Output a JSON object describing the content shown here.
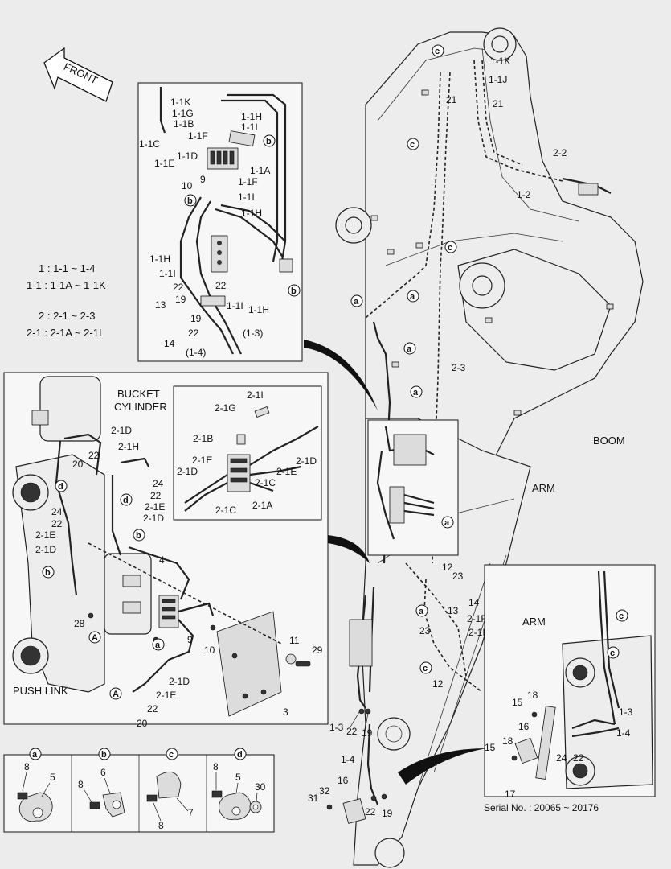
{
  "orientation": {
    "front_label": "FRONT"
  },
  "legend": {
    "line1": "1 : 1-1 ~ 1-4",
    "line2": "1-1 : 1-1A ~ 1-1K",
    "line3": "2 : 2-1 ~ 2-3",
    "line4": "2-1 : 2-1A ~ 2-1I"
  },
  "section_titles": {
    "bucket_cylinder_1": "BUCKET",
    "bucket_cylinder_2": "CYLINDER",
    "push_link": "PUSH LINK",
    "boom": "BOOM",
    "arm_main": "ARM",
    "arm_detail": "ARM"
  },
  "serial": "Serial No. : 20065 ~ 20176",
  "clamp_ids": [
    "a",
    "b",
    "c",
    "d"
  ],
  "clamp_legend": {
    "a": [
      "8",
      "5"
    ],
    "b": [
      "8",
      "6"
    ],
    "c": [
      "7",
      "8"
    ],
    "d": [
      "8",
      "5",
      "30"
    ]
  },
  "top_detail_labels": [
    "1-1K",
    "1-1G",
    "1-1B",
    "1-1C",
    "1-1F",
    "1-1D",
    "1-1E",
    "10",
    "9",
    "1-1H",
    "1-1I",
    "1-1A",
    "1-1F",
    "1-1I",
    "1-1H",
    "1-1H",
    "1-1I",
    "22",
    "19",
    "13",
    "14",
    "22",
    "19",
    "1-1I",
    "1-1H",
    "22",
    "(1-3)",
    "(1-4)"
  ],
  "boom_labels": [
    "1-1K",
    "1-1J",
    "21",
    "21",
    "2-2",
    "1-2",
    "2-3",
    "12",
    "23",
    "14",
    "13",
    "23",
    "2-1F",
    "2-1I",
    "12",
    "1-3",
    "22",
    "19",
    "1-4",
    "31",
    "32",
    "16",
    "22",
    "19"
  ],
  "bucket_labels": [
    "2-1D",
    "22",
    "2-1H",
    "20",
    "24",
    "22",
    "2-1E",
    "2-1D",
    "24",
    "22",
    "2-1E",
    "2-1D",
    "4",
    "28",
    "9",
    "10",
    "11",
    "29",
    "3",
    "2-1D",
    "2-1E",
    "22",
    "20"
  ],
  "valve_inset_labels": [
    "2-1I",
    "2-1G",
    "2-1B",
    "2-1E",
    "2-1D",
    "2-1D",
    "2-1E",
    "2-1C",
    "2-1C",
    "2-1A"
  ],
  "arm_detail_labels": [
    "18",
    "15",
    "16",
    "1-3",
    "1-4",
    "18",
    "15",
    "24",
    "22",
    "17"
  ]
}
